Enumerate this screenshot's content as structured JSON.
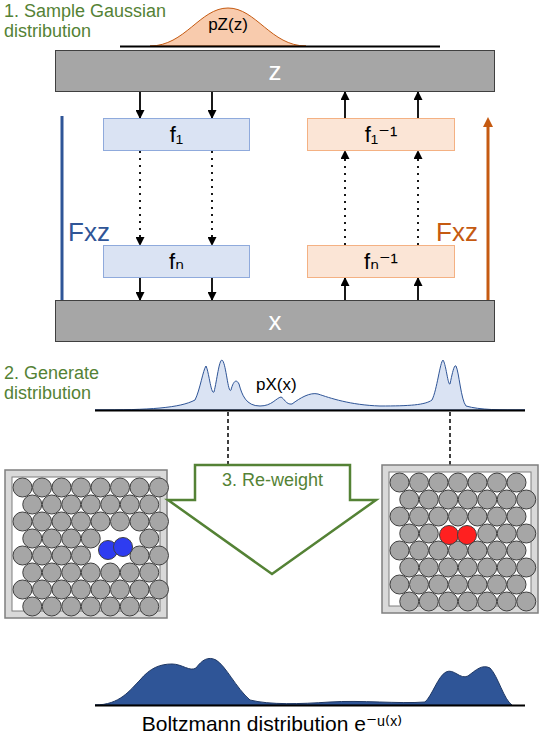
{
  "diagram": {
    "nodes": [
      {
        "text": [
          "z"
        ]
      },
      {
        "text": [
          "f₁"
        ]
      },
      {
        "text": [
          "f₁⁻¹"
        ]
      },
      {
        "text": [
          "fₙ"
        ]
      },
      {
        "text": [
          "fₙ⁻¹"
        ]
      },
      {
        "text": [
          "x"
        ]
      }
    ],
    "edges": [
      {
        "from": 0,
        "to": 1,
        "arrow": "to"
      },
      {
        "from": 0,
        "to": 1,
        "arrow": "to"
      },
      {
        "from": 1,
        "to": 3,
        "arrow": "to"
      },
      {
        "from": 1,
        "to": 3,
        "arrow": "to"
      },
      {
        "from": 3,
        "to": 5,
        "arrow": "to"
      },
      {
        "from": 3,
        "to": 5,
        "arrow": "to"
      },
      {
        "from": 5,
        "to": 4,
        "arrow": "to"
      },
      {
        "from": 5,
        "to": 4,
        "arrow": "to"
      },
      {
        "from": 4,
        "to": 2,
        "arrow": "to"
      },
      {
        "from": 4,
        "to": 2,
        "arrow": "to"
      },
      {
        "from": 2,
        "to": 0,
        "arrow": "to"
      },
      {
        "from": 2,
        "to": 0,
        "arrow": "to"
      }
    ],
    "labels": [
      "1. Sample Gaussian distribution",
      "pZ(z)",
      "Fxz",
      "Fxz",
      "2. Generate distribution",
      "pX(x)",
      "3. Re-weight",
      "Boltzmann distribution e⁻ᵘ⁽ˣ⁾"
    ]
  }
}
